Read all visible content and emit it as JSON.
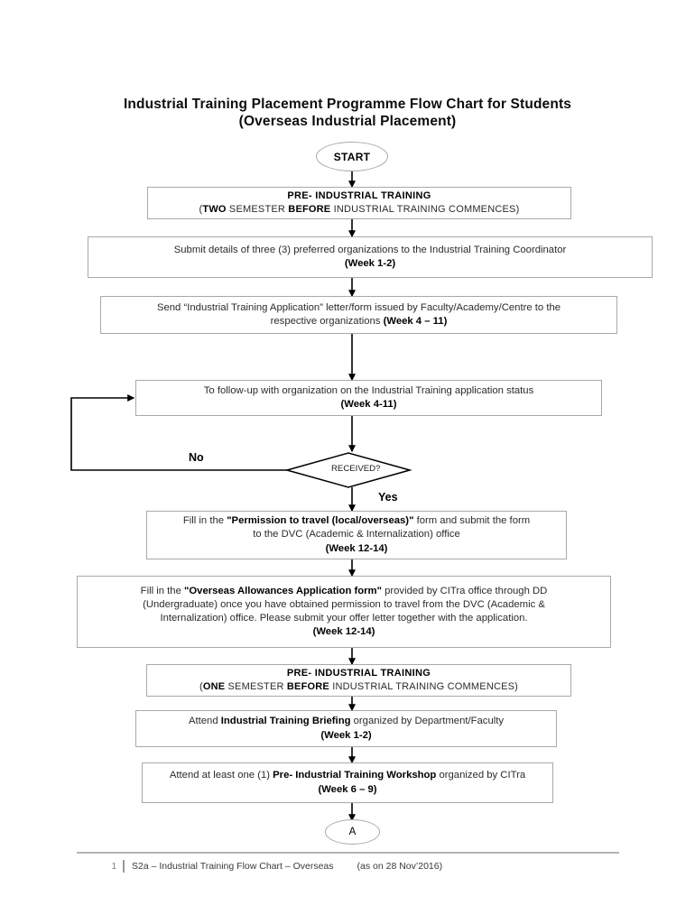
{
  "document": {
    "title_line1": "Industrial Training Placement Programme Flow Chart for Students",
    "title_line2": "(Overseas Industrial Placement)"
  },
  "flow": {
    "start": {
      "label": "START"
    },
    "node_pre_training_two": {
      "header": "PRE- INDUSTRIAL TRAINING",
      "line2_a": "(",
      "line2_b": "TWO",
      "line2_c": " SEMESTER ",
      "line2_d": "BEFORE",
      "line2_e": " INDUSTRIAL TRAINING COMMENCES)"
    },
    "node_submit_details": {
      "line1": "Submit details of three (3) preferred organizations to the Industrial Training Coordinator",
      "line2": "(Week 1-2)"
    },
    "node_send_application": {
      "line1": "Send “Industrial Training Application” letter/form issued by Faculty/Academy/Centre to the",
      "line2_a": "respective organizations ",
      "line2_b": "(Week 4 – 11)"
    },
    "node_follow_up": {
      "line1": "To follow-up with organization on the Industrial Training application status",
      "line2": "(Week 4-11)"
    },
    "decision_received": {
      "label": "RECEIVED?",
      "no_label": "No",
      "yes_label": "Yes"
    },
    "node_permission_travel": {
      "line1_a": "Fill in the ",
      "line1_b": "\"Permission to travel (local/overseas)\"",
      "line1_c": " form and submit the form",
      "line2": "to the DVC (Academic & Internalization) office",
      "line3": "(Week 12-14)"
    },
    "node_overseas_allowances": {
      "line1_a": "Fill in the ",
      "line1_b": "\"Overseas Allowances Application form\"",
      "line1_c": " provided by CITra office through DD",
      "line2": "(Undergraduate) once you have obtained permission to travel from the DVC (Academic &",
      "line3": "Internalization) office. Please submit your offer letter together with the application.",
      "line4": "(Week 12-14)"
    },
    "node_pre_training_one": {
      "header": "PRE- INDUSTRIAL TRAINING",
      "line2_a": "(",
      "line2_b": "ONE",
      "line2_c": " SEMESTER ",
      "line2_d": "BEFORE",
      "line2_e": " INDUSTRIAL TRAINING COMMENCES)"
    },
    "node_attend_briefing": {
      "line1_a": "Attend ",
      "line1_b": "Industrial Training Briefing",
      "line1_c": " organized by Department/Faculty",
      "line2": "(Week 1-2)"
    },
    "node_attend_workshop": {
      "line1_a": "Attend at least one (1) ",
      "line1_b": "Pre- Industrial Training Workshop",
      "line1_c": " organized by CITra",
      "line2": "(Week 6 – 9)"
    },
    "connector_a": {
      "label": "A"
    }
  },
  "footer": {
    "page_number": "1",
    "text": "S2a – Industrial Training Flow Chart – Overseas",
    "date": "(as on 28 Nov’2016)"
  },
  "colors": {
    "box_border": "#a9a9a9",
    "connector": "#000000",
    "text": "#2b2b2b"
  }
}
